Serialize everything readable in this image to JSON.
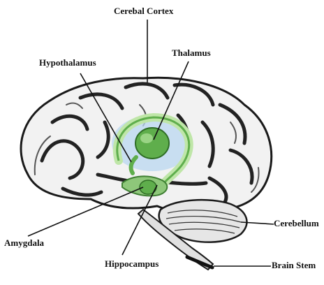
{
  "labels": {
    "cortex": "Cerebal Cortex",
    "thalamus": "Thalamus",
    "hypothalamus": "Hypothalamus",
    "amygdala": "Amygdala",
    "hippocampus": "Hippocampus",
    "cerebellum": "Cerebellum",
    "brain_stem": "Brain Stem"
  },
  "colors": {
    "limbic_green": "#5fae4c",
    "limbic_light": "#bfe6a8",
    "blue_tint": "#b9d7f0",
    "line": "#111111",
    "brain_fill": "#f4f4f4",
    "brain_shadow": "#3a3a3a"
  }
}
